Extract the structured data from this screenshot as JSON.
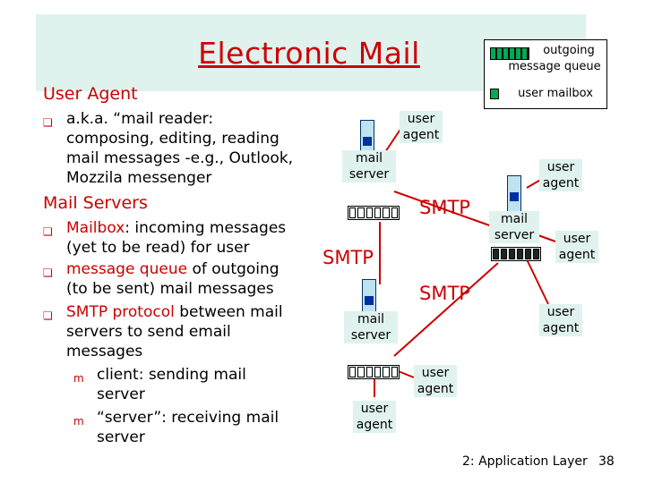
{
  "slide": {
    "title": "Electronic Mail",
    "footer": "2: Application Layer",
    "page_number": "38"
  },
  "legend": {
    "queue_label_1": "outgoing",
    "queue_label_2": "message queue",
    "mailbox_label": "user mailbox"
  },
  "text": {
    "ua_heading": "User Agent",
    "ua_b1": "a.k.a. “mail reader:",
    "ua_b1_l2": "composing, editing, reading",
    "ua_b1_l3": "mail messages -e.g., Outlook,",
    "ua_b1_l4": "Mozzila messenger",
    "ms_heading": "Mail Servers",
    "ms_b1_term": "Mailbox",
    "ms_b1_rest": ": incoming messages",
    "ms_b1_l2": "(yet to be read) for user",
    "ms_b2_term": "message queue",
    "ms_b2_rest": " of outgoing",
    "ms_b2_l2": "(to be sent) mail messages",
    "ms_b3_term": "SMTP protocol",
    "ms_b3_rest": " between mail",
    "ms_b3_l2": "servers to send email",
    "ms_b3_l3": "messages",
    "ms_s1": "client: sending mail",
    "ms_s1_l2": "server",
    "ms_s2": "“server”: receiving mail",
    "ms_s2_l2": "server"
  },
  "diagram": {
    "mail_server_line1": "mail",
    "mail_server_line2": "server",
    "user_line1": "user",
    "user_line2": "agent",
    "smtp": "SMTP"
  },
  "colors": {
    "accent": "#cc0000",
    "band": "#dff2ee",
    "queue": "#00aa55"
  }
}
